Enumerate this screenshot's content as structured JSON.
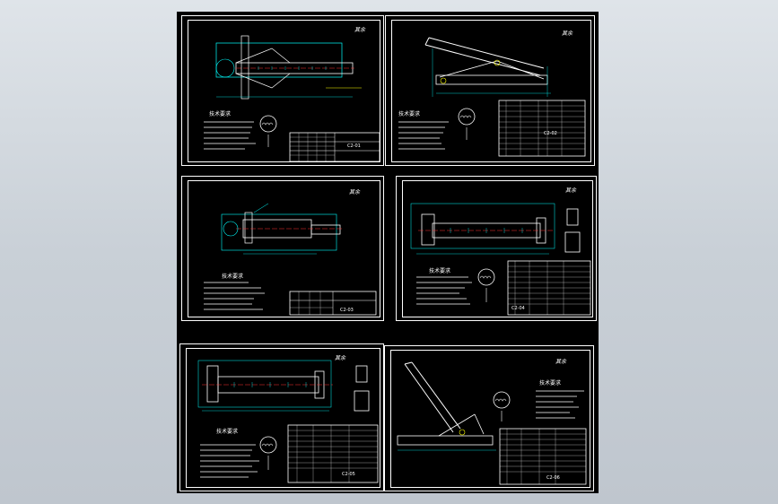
{
  "viewer": {
    "background_color": "#c8cfd6",
    "canvas_color": "#000000",
    "line_color": "#ffffff",
    "accent_colors": [
      "#00ffff",
      "#ffff00",
      "#ff3333",
      "#00ff00",
      "#ff00ff"
    ]
  },
  "sheets": [
    {
      "id": "sheet-1",
      "roughness": "其余 ",
      "notes_title": "技术要求",
      "sheet_no": "C2-01"
    },
    {
      "id": "sheet-2",
      "roughness": "其余 ",
      "notes_title": "技术要求",
      "sheet_no": "C2-02"
    },
    {
      "id": "sheet-3",
      "roughness": "其余 ",
      "notes_title": "技术要求",
      "sheet_no": "C2-03"
    },
    {
      "id": "sheet-4",
      "roughness": "其余 ",
      "notes_title": "技术要求",
      "sheet_no": "C2-04"
    },
    {
      "id": "sheet-5",
      "roughness": "其余 ",
      "notes_title": "技术要求",
      "sheet_no": "C2-05"
    },
    {
      "id": "sheet-6",
      "roughness": "其余 ",
      "notes_title": "技术要求",
      "sheet_no": "C2-06"
    }
  ]
}
